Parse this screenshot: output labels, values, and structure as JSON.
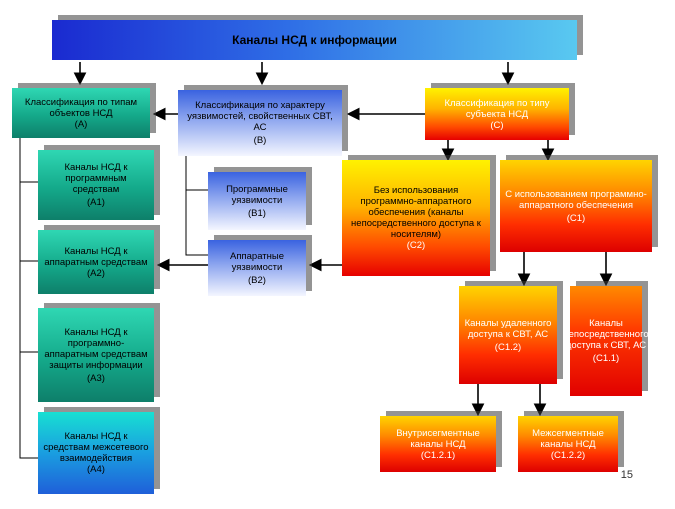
{
  "title": "Каналы НСД к информации",
  "boxes": {
    "a": {
      "label": "Классификация по типам объектов НСД",
      "code": "(А)"
    },
    "a1": {
      "label": "Каналы НСД к программным средствам",
      "code": "(А1)"
    },
    "a2": {
      "label": "Каналы НСД к аппаратным средствам",
      "code": "(А2)"
    },
    "a3": {
      "label": "Каналы НСД к программно-аппаратным средствам защиты информации",
      "code": "(А3)"
    },
    "a4": {
      "label": "Каналы НСД к средствам межсетевого взаимодействия",
      "code": "(А4)"
    },
    "b": {
      "label": "Классификация по характеру уязвимостей, свойственных СВТ, АС",
      "code": "(В)"
    },
    "b1": {
      "label": "Программные уязвимости",
      "code": "(В1)"
    },
    "b2": {
      "label": "Аппаратные уязвимости",
      "code": "(В2)"
    },
    "c": {
      "label": "Классификация по типу субъекта НСД",
      "code": "(С)"
    },
    "c1": {
      "label": "С использованием программно-аппаратного обеспечения",
      "code": "(С1)"
    },
    "c2": {
      "label": "Без использования программно-аппаратного обеспечения (каналы непосредственного доступа к носителям)",
      "code": "(С2)"
    },
    "c11": {
      "label": "Каналы непосредственного доступа к СВТ, АС",
      "code": "(С1.1)"
    },
    "c12": {
      "label": "Каналы удаленного доступа к СВТ, АС",
      "code": "(С1.2)"
    },
    "c121": {
      "label": "Внутрисегментные каналы НСД",
      "code": "(С1.2.1)"
    },
    "c122": {
      "label": "Межсегментные каналы НСД",
      "code": "(С1.2.2)"
    }
  },
  "page_number": "15"
}
